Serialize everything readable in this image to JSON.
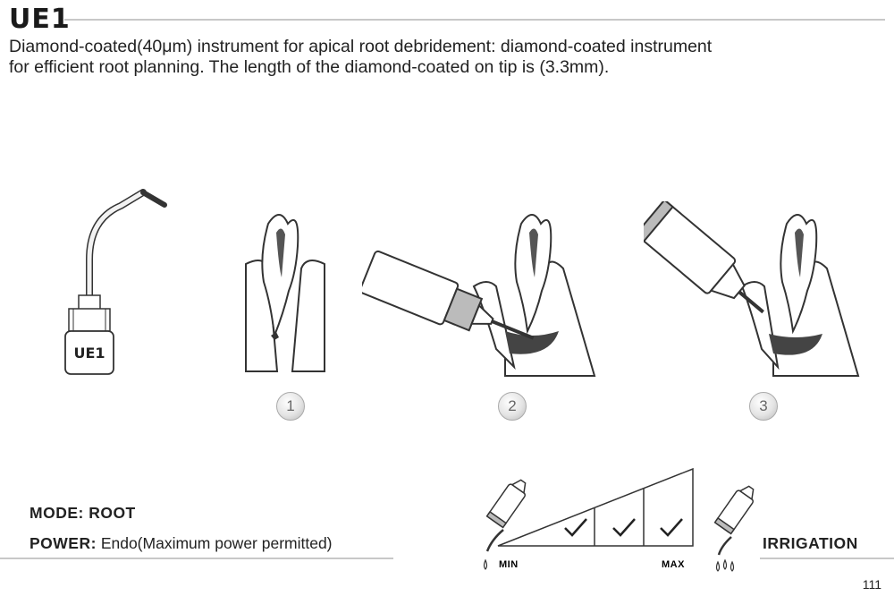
{
  "header": {
    "title": "UE1",
    "description_line1": "Diamond-coated(40μm) instrument for apical root debridement: diamond-coated instrument",
    "description_line2": "for efficient root planning. The length of the diamond-coated on tip is (3.3mm)."
  },
  "instrument": {
    "label": "UE1"
  },
  "steps": [
    "1",
    "2",
    "3"
  ],
  "settings": {
    "mode": "MODE: ROOT",
    "power_label": "POWER:",
    "power_value": " Endo(Maximum power permitted)",
    "scale_min": "MIN",
    "scale_max": "MAX",
    "irrigation": "IRRIGATION"
  },
  "footer": {
    "page_number": "111"
  }
}
